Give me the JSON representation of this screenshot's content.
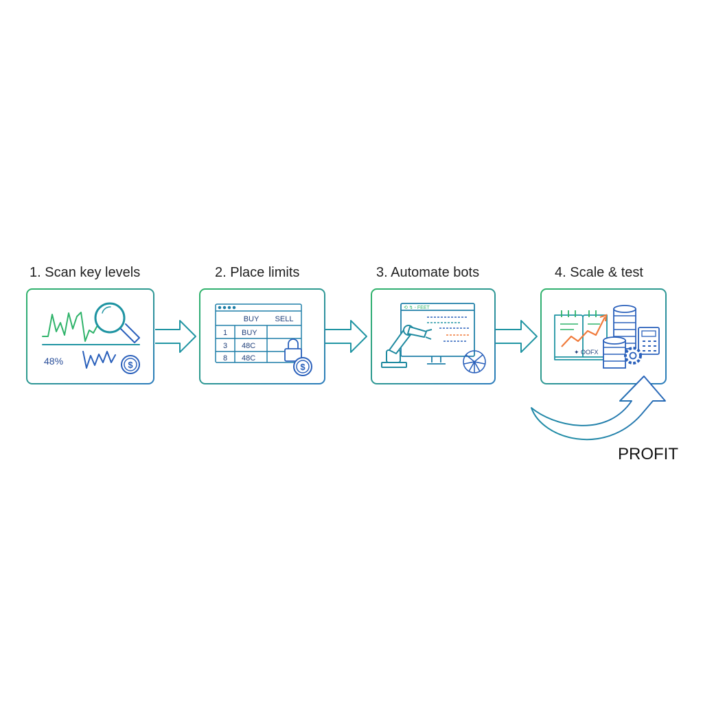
{
  "colors": {
    "green": "#2fb36a",
    "teal": "#1f94a2",
    "blue": "#2a60bb",
    "orange": "#f07a3a",
    "text": "#1f1f1f"
  },
  "steps": [
    {
      "title": "1. Scan key levels",
      "icon": "chart-magnifier-icon",
      "stat": "48%"
    },
    {
      "title": "2. Place limits",
      "icon": "order-table-icon",
      "table": {
        "headers": [
          "BUY",
          "SELL"
        ],
        "rows": [
          [
            "1",
            "BUY"
          ],
          [
            "3",
            "48C"
          ],
          [
            "8",
            "48C"
          ]
        ]
      }
    },
    {
      "title": "3. Automate bots",
      "icon": "robot-monitor-icon",
      "screen_label": "⟲ ↯ - FEET"
    },
    {
      "title": "4. Scale & test",
      "icon": "scaling-notebook-icon",
      "book_label": "✦ OOFX"
    }
  ],
  "outcome": {
    "label": "PROFIT"
  }
}
